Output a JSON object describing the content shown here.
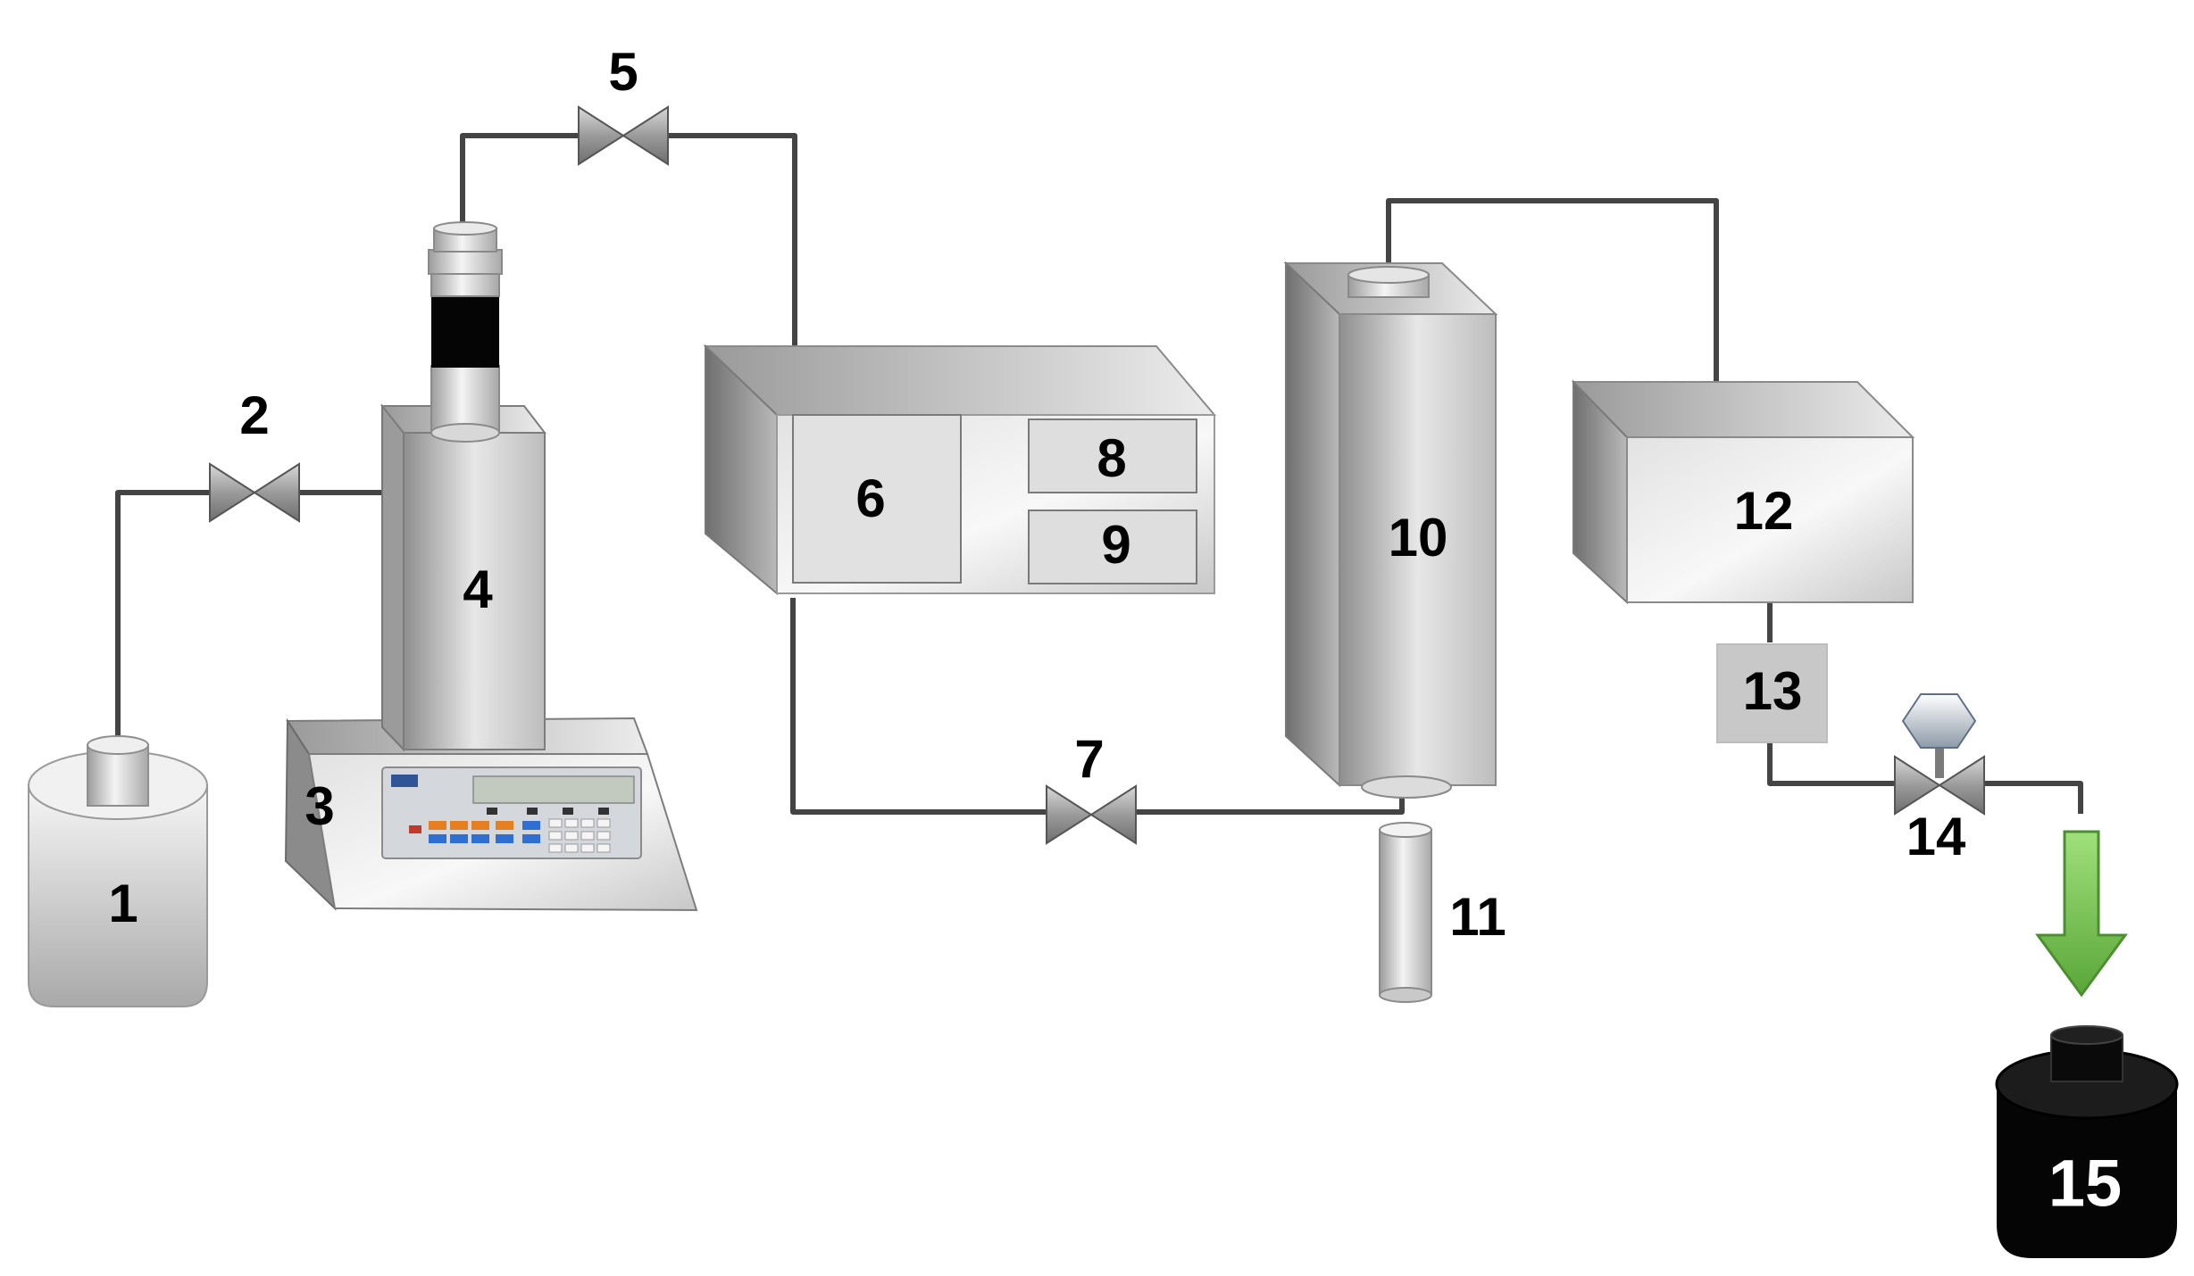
{
  "diagram": {
    "labels": {
      "l1": "1",
      "l2": "2",
      "l3": "3",
      "l4": "4",
      "l5": "5",
      "l6": "6",
      "l7": "7",
      "l8": "8",
      "l9": "9",
      "l10": "10",
      "l11": "11",
      "l12": "12",
      "l13": "13",
      "l14": "14",
      "l15": "15"
    },
    "colors": {
      "pipe": "#444444",
      "arrow": "#6cc24a",
      "vessel_15": "#000000",
      "panel": "#e0e0e0"
    },
    "icons": [
      "valve-icon",
      "pressure-gauge-icon",
      "flow-arrow-icon",
      "keypad-icon"
    ]
  }
}
